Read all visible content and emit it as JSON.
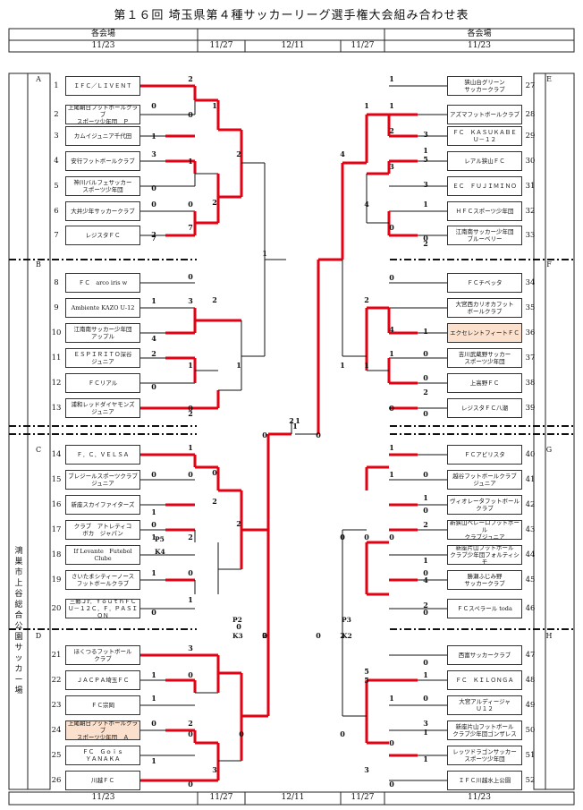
{
  "title": "第１６回 埼玉県第４種サッカーリーグ選手権大会組み合わせ表",
  "header": {
    "venue_left": "各会場",
    "venue_right": "各会場",
    "date_left": "11/23",
    "date_right": "11/23",
    "d_1127_l": "11/27",
    "d_1211": "12/11",
    "d_1127_r": "11/27"
  },
  "venue_note": "鴻\n巣\n市\n上\n谷\n総\n合\n公\n園\nサ\nッ\nカ\nー\n場",
  "groups": [
    "A",
    "B",
    "C",
    "D",
    "E",
    "F",
    "G",
    "H"
  ],
  "teams_left": [
    {
      "no": "1",
      "name": "ＩＦＣ／ＬＩＶＥＮＴ"
    },
    {
      "no": "2",
      "name": "上尾朝日フットボールクラブ\nスポーツ少年団　Ｐ"
    },
    {
      "no": "3",
      "name": "カムイジュニア千代田"
    },
    {
      "no": "4",
      "name": "安行フットボールクラブ"
    },
    {
      "no": "5",
      "name": "神川バルフェサッカー\nスポーツ少年団"
    },
    {
      "no": "6",
      "name": "大井少年サッカークラブ"
    },
    {
      "no": "7",
      "name": "レジスタＦＣ"
    },
    {
      "no": "8",
      "name": "ＦＣ　arco iris w"
    },
    {
      "no": "9",
      "name": "Ambiente KAZO U-12"
    },
    {
      "no": "10",
      "name": "江南南サッカー少年団\nアップル"
    },
    {
      "no": "11",
      "name": "ＥＳＰＩＲＩＴＯ深谷\nジュニア"
    },
    {
      "no": "12",
      "name": "ＦＣリアル"
    },
    {
      "no": "13",
      "name": "浦和レッドダイヤモンズ\nジュニア"
    },
    {
      "no": "14",
      "name": "Ｆ．Ｃ．ＶＥＬＳＡ"
    },
    {
      "no": "15",
      "name": "ブレジールスポーツクラブ\nジュニア"
    },
    {
      "no": "16",
      "name": "新座スカイファイターズ"
    },
    {
      "no": "17",
      "name": "クラブ　アトレティコ\nボカ　ジャパン"
    },
    {
      "no": "18",
      "name": "If Levante　Futebol\nClube"
    },
    {
      "no": "19",
      "name": "さいたまシティーノース\nフットボールクラブ"
    },
    {
      "no": "20",
      "name": "三郷Ｊr．ＹｏｕｔｈＦＣ\nＵ－１２Ｃ．Ｆ．ＰＡＳＩＯＮ"
    },
    {
      "no": "21",
      "name": "ほくつるフットボール\nクラブ"
    },
    {
      "no": "22",
      "name": "ＪＡＣＰＡ埼玉ＦＣ"
    },
    {
      "no": "23",
      "name": "ＦＣ宗岡"
    },
    {
      "no": "24",
      "name": "上尾朝日フットボールクラブ\nスポーツ少年団　Ａ"
    },
    {
      "no": "25",
      "name": "ＦＣ　Ｇｏｉｓ\nＹＡＮＡＫＡ"
    },
    {
      "no": "26",
      "name": "川越ＦＣ"
    }
  ],
  "teams_right": [
    {
      "no": "27",
      "name": "狭山台グリーン\nサッカークラブ"
    },
    {
      "no": "28",
      "name": "アズマフットボールクラブ"
    },
    {
      "no": "29",
      "name": "ＦＣ　ＫＡＳＵＫＡＢＥ\nＵ－１２"
    },
    {
      "no": "30",
      "name": "レアル狭山ＦＣ"
    },
    {
      "no": "31",
      "name": "ＥＣ　ＦＵＪＩＭＩＮＯ"
    },
    {
      "no": "32",
      "name": "ＨＦＣスポーツ少年団"
    },
    {
      "no": "33",
      "name": "江南南サッカー少年団\nブルーベリー"
    },
    {
      "no": "34",
      "name": "ＦＣチベッタ"
    },
    {
      "no": "35",
      "name": "大宮西カリオカフット\nボールクラブ"
    },
    {
      "no": "36",
      "name": "エクセレントフィートＦＣ"
    },
    {
      "no": "37",
      "name": "吉川武蔵野サッカー\nスポーツ少年団"
    },
    {
      "no": "38",
      "name": "上高野ＦＣ"
    },
    {
      "no": "39",
      "name": "レジスタＦＣ八潮"
    },
    {
      "no": "40",
      "name": "ＦＣアビリスタ"
    },
    {
      "no": "41",
      "name": "越谷フットボールクラブ\nジュニア"
    },
    {
      "no": "42",
      "name": "ヴィオレータフットボール\nクラブ"
    },
    {
      "no": "43",
      "name": "新狭山ベレーロフットボール\nクラブジュニア"
    },
    {
      "no": "44",
      "name": "新座片山フットボール\nクラブ少年団フォルティシモ"
    },
    {
      "no": "45",
      "name": "勝瀬ふじみ野\nサッカークラブ"
    },
    {
      "no": "46",
      "name": "ＦＣスペラール toda"
    },
    {
      "no": "47",
      "name": "西富サッカークラブ"
    },
    {
      "no": "48",
      "name": "ＦＣ　ＫＩＬＯＮＧＡ"
    },
    {
      "no": "49",
      "name": "大宮アルディージャ\nＵ１２"
    },
    {
      "no": "50",
      "name": "新座片山フットボール\nクラブ少年団ゴンザレス"
    },
    {
      "no": "51",
      "name": "レッツドラゴンサッカー\nスポーツ少年団"
    },
    {
      "no": "52",
      "name": "ＩＦＣ川越水上公園"
    }
  ],
  "scores_left": [
    {
      "v": "2"
    },
    {
      "v": "0"
    },
    {
      "v": "0"
    },
    {
      "v": "1"
    },
    {
      "v": "3"
    },
    {
      "v": "1"
    },
    {
      "v": "0"
    },
    {
      "v": "0"
    },
    {
      "v": "0"
    },
    {
      "v": "2"
    },
    {
      "v": "7"
    },
    {
      "v": "7"
    },
    {
      "v": "1"
    },
    {
      "v": "2"
    },
    {
      "v": "2"
    },
    {
      "v": "0"
    },
    {
      "v": "1"
    },
    {
      "v": "3"
    },
    {
      "v": "4"
    },
    {
      "v": "2"
    },
    {
      "v": "1"
    },
    {
      "v": "0"
    },
    {
      "v": "0"
    },
    {
      "v": "2"
    },
    {
      "v": "1"
    },
    {
      "v": "2"
    },
    {
      "v": "1"
    },
    {
      "v": "0"
    },
    {
      "v": "2"
    },
    {
      "v": "1"
    },
    {
      "v": "1"
    },
    {
      "v": "0"
    },
    {
      "v": "1"
    },
    {
      "v": "0"
    },
    {
      "v": "0"
    },
    {
      "v": "1"
    },
    {
      "v": "2"
    },
    {
      "v": "1"
    },
    {
      "v": "0"
    },
    {
      "v": "1"
    },
    {
      "v": "0"
    },
    {
      "v": "0"
    },
    {
      "v": "2"
    },
    {
      "v": "2"
    },
    {
      "v": "0"
    },
    {
      "v": "0"
    },
    {
      "v": "3"
    },
    {
      "v": "1"
    },
    {
      "v": "0"
    },
    {
      "v": "1"
    },
    {
      "v": "0"
    },
    {
      "v": "2"
    },
    {
      "v": "1"
    },
    {
      "v": "0"
    },
    {
      "v": "0"
    },
    {
      "v": "3"
    },
    {
      "v": "0"
    },
    {
      "v": "0"
    },
    {
      "v": "2"
    }
  ],
  "scores_right": [
    {
      "v": "1"
    },
    {
      "v": "1"
    },
    {
      "v": "2"
    },
    {
      "v": "3"
    },
    {
      "v": "1"
    },
    {
      "v": "5"
    },
    {
      "v": "3"
    },
    {
      "v": "3"
    },
    {
      "v": "1"
    },
    {
      "v": "0"
    },
    {
      "v": "0"
    },
    {
      "v": "2"
    },
    {
      "v": "1"
    },
    {
      "v": "4"
    },
    {
      "v": "4"
    },
    {
      "v": "0"
    },
    {
      "v": "2"
    },
    {
      "v": "4"
    },
    {
      "v": "1"
    },
    {
      "v": "0"
    },
    {
      "v": "1"
    },
    {
      "v": "0"
    },
    {
      "v": "2"
    },
    {
      "v": "0"
    },
    {
      "v": "0"
    },
    {
      "v": "1"
    },
    {
      "v": "1"
    },
    {
      "v": "0"
    },
    {
      "v": "2"
    },
    {
      "v": "1"
    },
    {
      "v": "1"
    },
    {
      "v": "1"
    },
    {
      "v": "0"
    },
    {
      "v": "1"
    },
    {
      "v": "0"
    },
    {
      "v": "2"
    },
    {
      "v": "0"
    },
    {
      "v": "1"
    },
    {
      "v": "0"
    },
    {
      "v": "4"
    },
    {
      "v": "2"
    },
    {
      "v": "0"
    },
    {
      "v": "0"
    },
    {
      "v": "0"
    },
    {
      "v": "5"
    },
    {
      "v": "1"
    },
    {
      "v": "5"
    },
    {
      "v": "0"
    },
    {
      "v": "1"
    },
    {
      "v": "0"
    },
    {
      "v": "3"
    },
    {
      "v": "1"
    },
    {
      "v": "0"
    },
    {
      "v": "1"
    },
    {
      "v": "3"
    },
    {
      "v": "0"
    },
    {
      "v": "0"
    },
    {
      "v": "0"
    }
  ],
  "pk_labels": [
    {
      "v": "P5"
    },
    {
      "v": "K4"
    },
    {
      "v": "P2"
    },
    {
      "v": "K3"
    },
    {
      "v": "P3"
    },
    {
      "v": "K2"
    }
  ],
  "center_scores": [
    {
      "v": "2"
    },
    {
      "v": "1"
    }
  ],
  "colors": {
    "win_line": "#e60012",
    "line": "#111111",
    "highlight": "#fbe1cd"
  }
}
